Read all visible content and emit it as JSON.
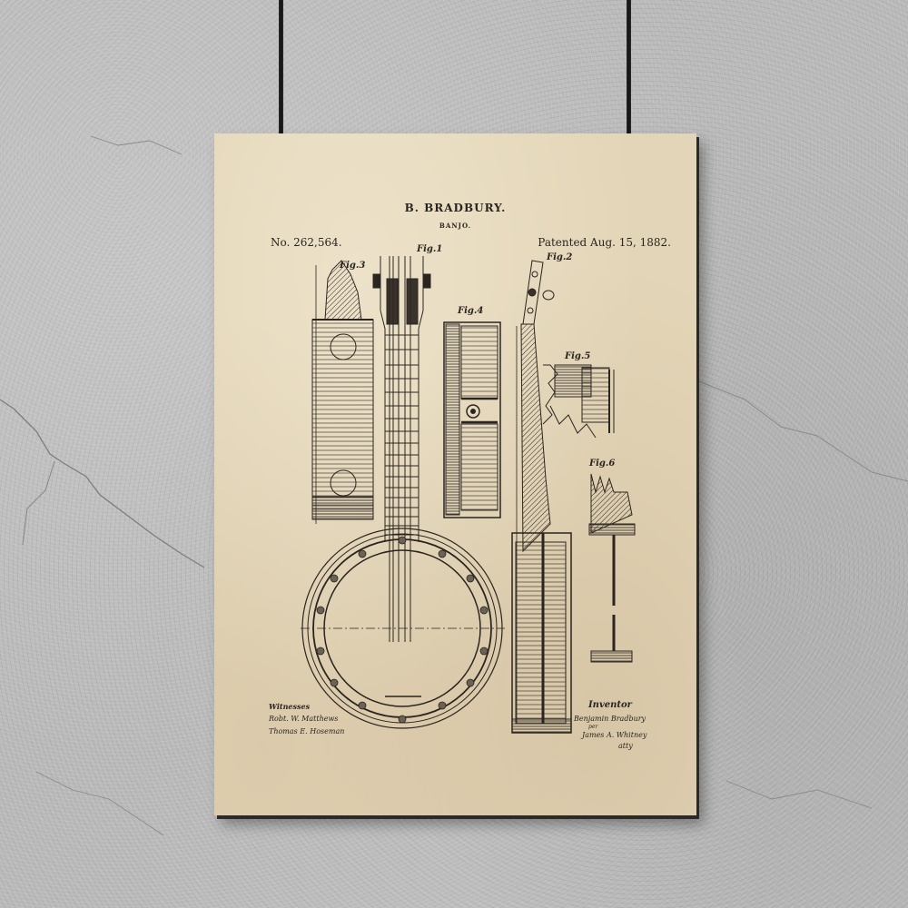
{
  "scene": {
    "description": "Vintage patent poster hanging on concrete wall",
    "wall_color": "#b9b9b9",
    "paper_color": "#e3d5b7",
    "ink_color": "#2a2520",
    "cord_color": "#151515"
  },
  "poster": {
    "title": "B. BRADBURY.",
    "subtitle": "BANJO.",
    "patent_number": "No. 262,564.",
    "patent_date": "Patented Aug. 15, 1882.",
    "figures": [
      {
        "label": "Fig.1"
      },
      {
        "label": "Fig.2"
      },
      {
        "label": "Fig.3"
      },
      {
        "label": "Fig.4"
      },
      {
        "label": "Fig.5"
      },
      {
        "label": "Fig.6"
      }
    ],
    "witnesses": {
      "heading": "Witnesses",
      "names": [
        "Robt. W. Matthews",
        "Thomas E. Hoseman"
      ]
    },
    "inventor": {
      "heading": "Inventor",
      "name": "Benjamin Bradbury",
      "per": "per",
      "attorney": "James A. Whitney",
      "attorney_suffix": "atty"
    }
  }
}
